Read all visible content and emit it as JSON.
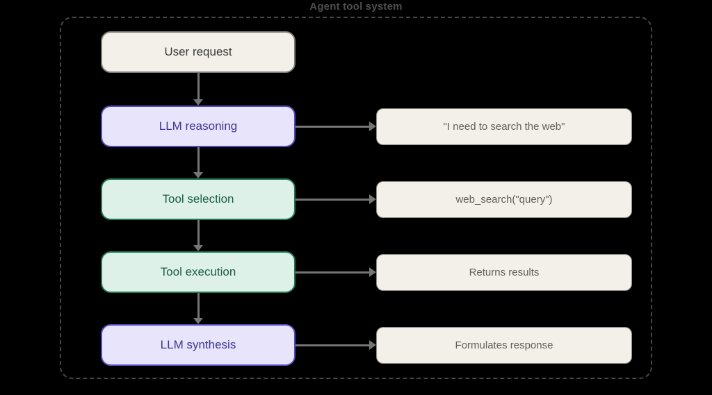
{
  "title": "Agent tool system",
  "colors": {
    "background": "#000000",
    "frame_dash": "#474747",
    "arrow": "#757575",
    "neutral_fill": "#f2f0e9",
    "neutral_border": "#7c7c74",
    "neutral_text": "#3a3a3a",
    "purple_fill": "#e8e4fb",
    "purple_border": "#544bc0",
    "purple_text": "#3d3590",
    "green_fill": "#def1e8",
    "green_border": "#1d7a52",
    "green_text": "#1b5e44",
    "note_fill": "#f2f0e9",
    "note_border": "#8a8a82",
    "note_text": "#5f5f5a"
  },
  "flow": {
    "steps": [
      {
        "id": "user-request",
        "label": "User request",
        "style": "neutral"
      },
      {
        "id": "llm-reasoning",
        "label": "LLM reasoning",
        "style": "purple",
        "annotation": "\"I need to search the web\""
      },
      {
        "id": "tool-selection",
        "label": "Tool selection",
        "style": "green",
        "annotation": "web_search(\"query\")"
      },
      {
        "id": "tool-execution",
        "label": "Tool execution",
        "style": "green",
        "annotation": "Returns results"
      },
      {
        "id": "llm-synthesis",
        "label": "LLM synthesis",
        "style": "purple",
        "annotation": "Formulates response"
      }
    ]
  }
}
